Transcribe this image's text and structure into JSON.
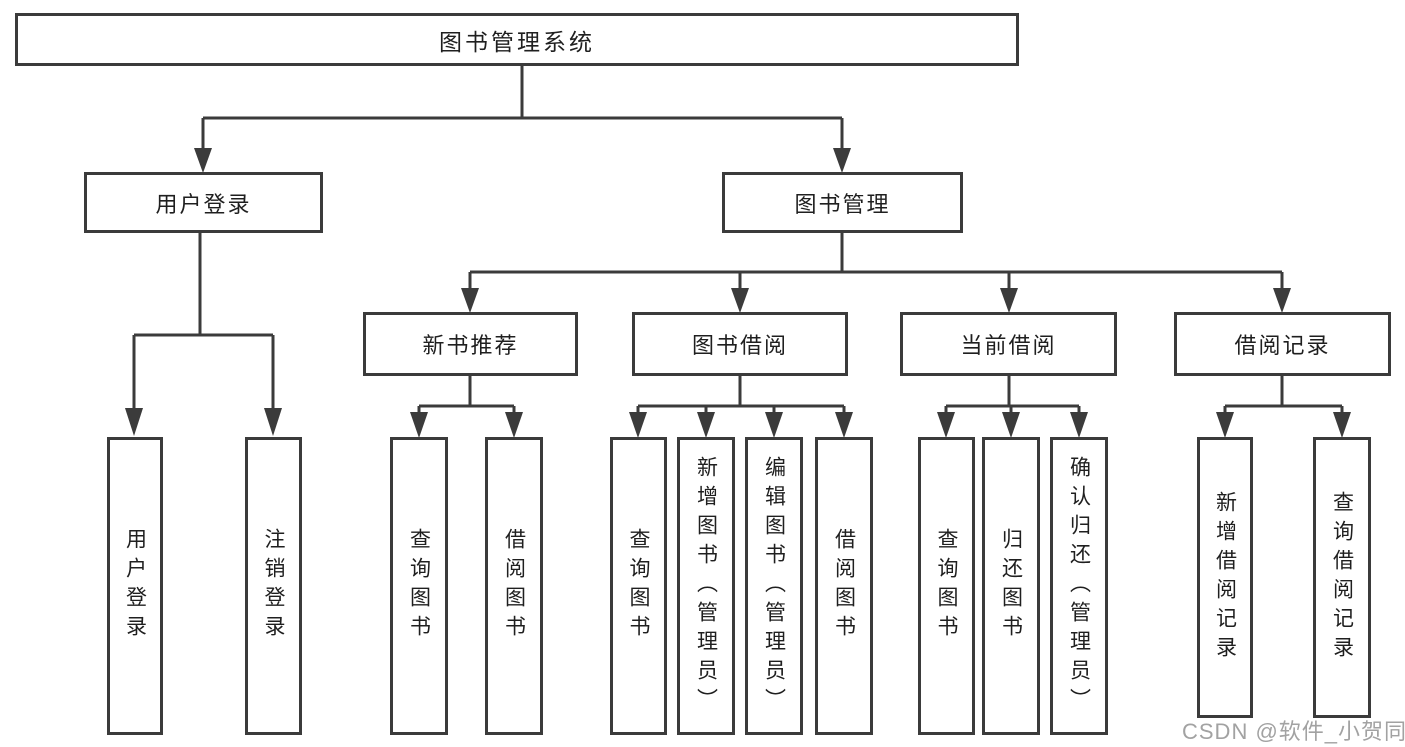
{
  "diagram": {
    "root": {
      "label": "图书管理系统"
    },
    "branches": [
      {
        "label": "用户登录",
        "children": [
          {
            "label": "用户登录"
          },
          {
            "label": "注销登录"
          }
        ]
      },
      {
        "label": "图书管理",
        "children": [
          {
            "label": "新书推荐",
            "children": [
              {
                "label": "查询图书"
              },
              {
                "label": "借阅图书"
              }
            ]
          },
          {
            "label": "图书借阅",
            "children": [
              {
                "label": "查询图书"
              },
              {
                "label": "新增图书（管理员）"
              },
              {
                "label": "编辑图书（管理员）"
              },
              {
                "label": "借阅图书"
              }
            ]
          },
          {
            "label": "当前借阅",
            "children": [
              {
                "label": "查询图书"
              },
              {
                "label": "归还图书"
              },
              {
                "label": "确认归还（管理员）"
              }
            ]
          },
          {
            "label": "借阅记录",
            "children": [
              {
                "label": "新增借阅记录"
              },
              {
                "label": "查询借阅记录"
              }
            ]
          }
        ]
      }
    ]
  },
  "watermark": {
    "text": "CSDN @软件_小贺同学"
  },
  "colors": {
    "line": "#3b3b3b",
    "text": "#1f1f1f",
    "watermark": "#a2a2a2",
    "background": "#ffffff"
  }
}
